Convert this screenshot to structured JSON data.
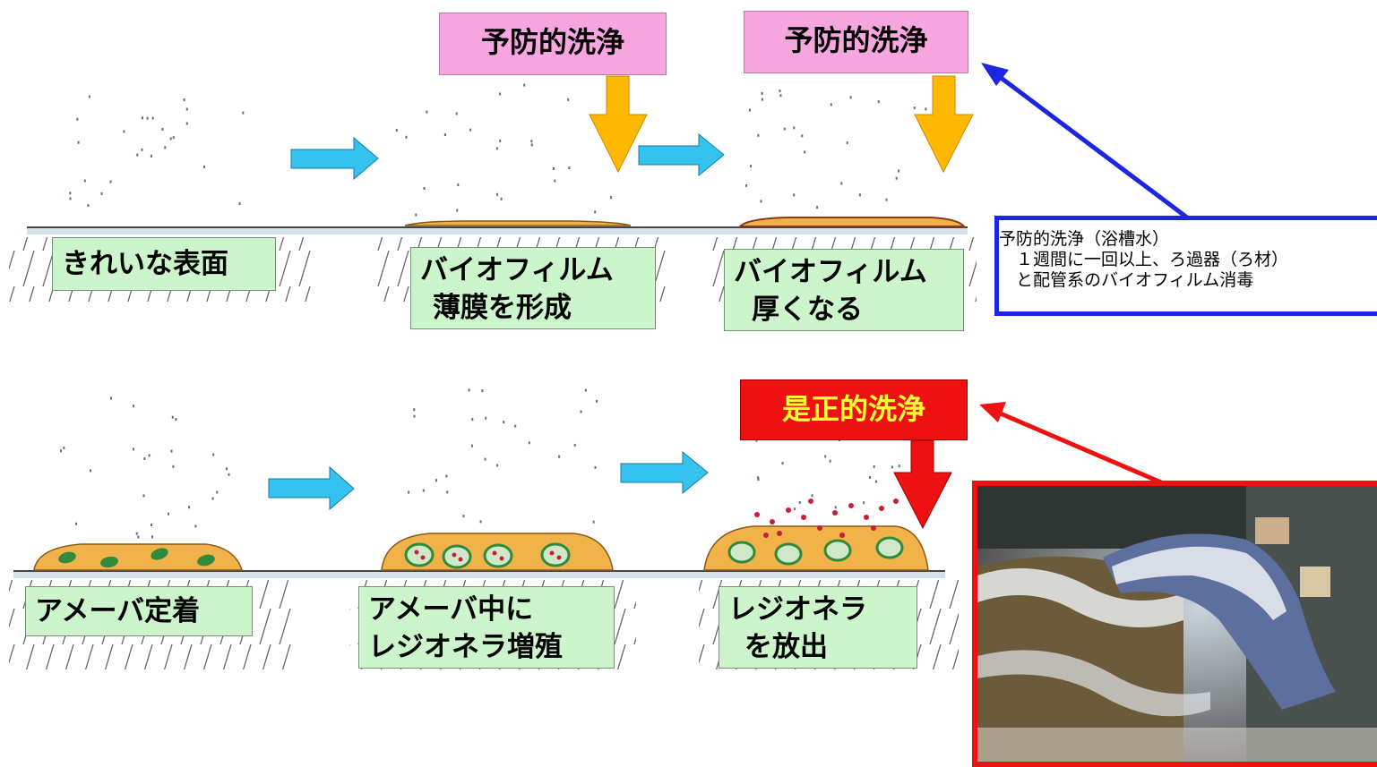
{
  "stages": {
    "clean_surface": "きれいな表面",
    "biofilm_thin_line1": "バイオフィルム",
    "biofilm_thin_line2": "薄膜を形成",
    "biofilm_thick_line1": "バイオフィルム",
    "biofilm_thick_line2": "厚くなる",
    "amoeba": "アメーバ定着",
    "legionella_grow_line1": "アメーバ中に",
    "legionella_grow_line2": "レジオネラ増殖",
    "legionella_release_line1": "レジオネラ",
    "legionella_release_line2": "を放出"
  },
  "cleaning": {
    "preventive_1": "予防的洗浄",
    "preventive_2": "予防的洗浄",
    "corrective": "是正的洗浄"
  },
  "note": {
    "line1": "予防的洗浄（浴槽水）",
    "line2": "　１週間に一回以上、ろ過器（ろ材）",
    "line3": "　と配管系のバイオフィルム消毒"
  },
  "colors": {
    "stage_box": "#ccf5cc",
    "preventive_box": "#f7a6df",
    "corrective_box": "#ee1111",
    "corrective_text": "#ffff33",
    "flow_arrow": "#33c3ee",
    "preventive_arrow": "#ffb800",
    "corrective_arrow": "#ee1111",
    "note_border": "#1c25e0",
    "biofilm": "#f2b24a",
    "amoeba": "#2f8a3a",
    "legionella": "#c81e3c"
  },
  "icons": {
    "flow_arrow": "right-arrow-icon",
    "cleaning_arrow": "down-arrow-icon",
    "pointer": "pointer-arrow-icon",
    "photo": "bath-filter-photo"
  }
}
